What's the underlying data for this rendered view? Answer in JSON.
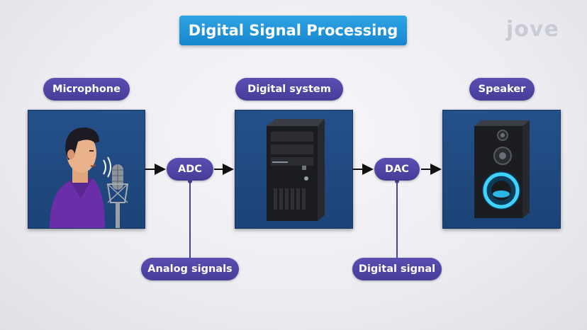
{
  "title": "Digital Signal Processing",
  "logo": "jove",
  "stages": {
    "microphone": "Microphone",
    "digital_system": "Digital system",
    "speaker": "Speaker"
  },
  "converters": {
    "adc": "ADC",
    "dac": "DAC"
  },
  "signals": {
    "analog": "Analog signals",
    "digital": "Digital signal"
  },
  "colors": {
    "title_bg": "#1f95dc",
    "pill_bg": "#4f44a5",
    "panel_bg": "#214b83"
  }
}
